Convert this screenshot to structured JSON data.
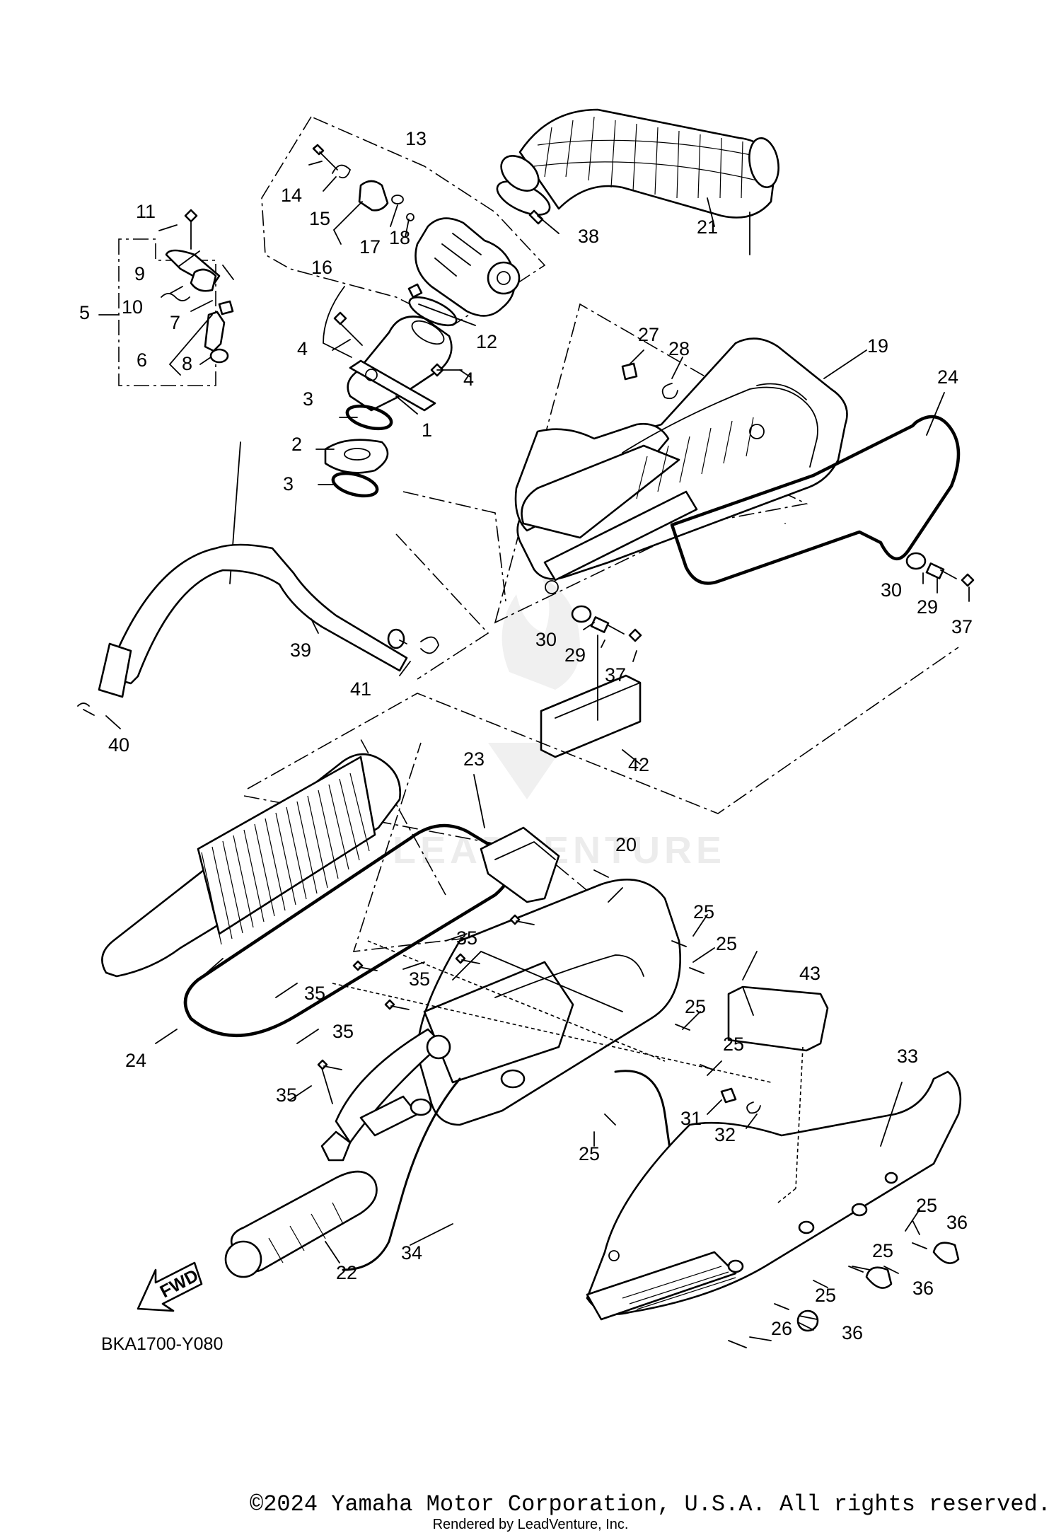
{
  "diagram": {
    "drawing_code": "BKA1700-Y080",
    "fwd_label": "FWD",
    "watermark": "LEADVENTURE",
    "callouts": [
      {
        "id": "c1",
        "text": "1"
      },
      {
        "id": "c2",
        "text": "2"
      },
      {
        "id": "c3a",
        "text": "3"
      },
      {
        "id": "c3b",
        "text": "3"
      },
      {
        "id": "c4a",
        "text": "4"
      },
      {
        "id": "c4b",
        "text": "4"
      },
      {
        "id": "c5",
        "text": "5"
      },
      {
        "id": "c6",
        "text": "6"
      },
      {
        "id": "c7",
        "text": "7"
      },
      {
        "id": "c8",
        "text": "8"
      },
      {
        "id": "c9",
        "text": "9"
      },
      {
        "id": "c10",
        "text": "10"
      },
      {
        "id": "c11",
        "text": "11"
      },
      {
        "id": "c12",
        "text": "12"
      },
      {
        "id": "c13",
        "text": "13"
      },
      {
        "id": "c14",
        "text": "14"
      },
      {
        "id": "c15",
        "text": "15"
      },
      {
        "id": "c16",
        "text": "16"
      },
      {
        "id": "c17",
        "text": "17"
      },
      {
        "id": "c18",
        "text": "18"
      },
      {
        "id": "c19",
        "text": "19"
      },
      {
        "id": "c20",
        "text": "20"
      },
      {
        "id": "c21",
        "text": "21"
      },
      {
        "id": "c22",
        "text": "22"
      },
      {
        "id": "c23",
        "text": "23"
      },
      {
        "id": "c24a",
        "text": "24"
      },
      {
        "id": "c24b",
        "text": "24"
      },
      {
        "id": "c25a",
        "text": "25"
      },
      {
        "id": "c25b",
        "text": "25"
      },
      {
        "id": "c25c",
        "text": "25"
      },
      {
        "id": "c25d",
        "text": "25"
      },
      {
        "id": "c25e",
        "text": "25"
      },
      {
        "id": "c25f",
        "text": "25"
      },
      {
        "id": "c25g",
        "text": "25"
      },
      {
        "id": "c25h",
        "text": "25"
      },
      {
        "id": "c26",
        "text": "26"
      },
      {
        "id": "c27",
        "text": "27"
      },
      {
        "id": "c28",
        "text": "28"
      },
      {
        "id": "c29a",
        "text": "29"
      },
      {
        "id": "c29b",
        "text": "29"
      },
      {
        "id": "c30a",
        "text": "30"
      },
      {
        "id": "c30b",
        "text": "30"
      },
      {
        "id": "c31",
        "text": "31"
      },
      {
        "id": "c32",
        "text": "32"
      },
      {
        "id": "c33",
        "text": "33"
      },
      {
        "id": "c34",
        "text": "34"
      },
      {
        "id": "c35a",
        "text": "35"
      },
      {
        "id": "c35b",
        "text": "35"
      },
      {
        "id": "c35c",
        "text": "35"
      },
      {
        "id": "c35d",
        "text": "35"
      },
      {
        "id": "c35e",
        "text": "35"
      },
      {
        "id": "c36a",
        "text": "36"
      },
      {
        "id": "c36b",
        "text": "36"
      },
      {
        "id": "c36c",
        "text": "36"
      },
      {
        "id": "c37a",
        "text": "37"
      },
      {
        "id": "c37b",
        "text": "37"
      },
      {
        "id": "c38",
        "text": "38"
      },
      {
        "id": "c39",
        "text": "39"
      },
      {
        "id": "c40",
        "text": "40"
      },
      {
        "id": "c41",
        "text": "41"
      },
      {
        "id": "c42",
        "text": "42"
      },
      {
        "id": "c43",
        "text": "43"
      }
    ]
  },
  "footer": {
    "copyright": "©2024 Yamaha Motor Corporation, U.S.A. All rights reserved.",
    "rendered_by": "Rendered by LeadVenture, Inc."
  }
}
